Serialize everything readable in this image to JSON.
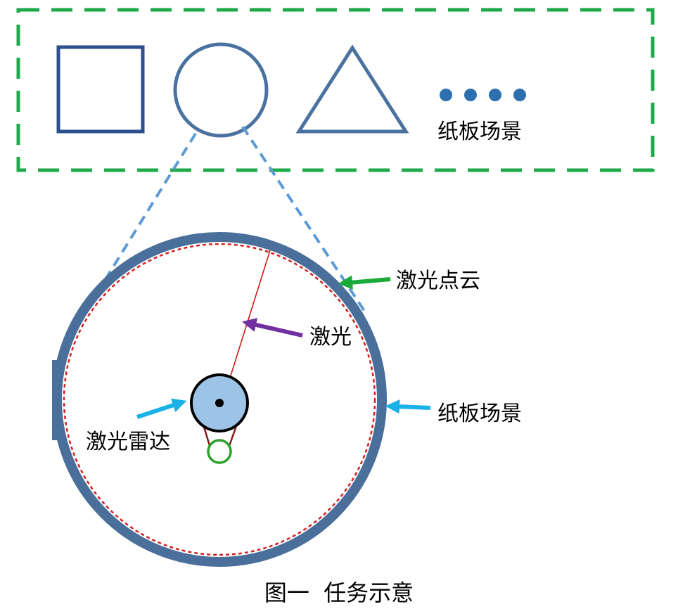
{
  "scene": {
    "label": "纸板场景",
    "ellipsis": "••••"
  },
  "annotations": {
    "point_cloud": "激光点云",
    "laser": "激光",
    "cardboard_scene": "纸板场景",
    "lidar": "激光雷达"
  },
  "caption": "图一  任务示意",
  "colors": {
    "scene_border": "#1eaa4a",
    "shape_square": "#2e4f8e",
    "shape_stroke": "#4a72a0",
    "wall": "#4a6f9b",
    "point_cloud": "#d42020",
    "laser_beam": "#cc1a1a",
    "lidar_fill": "#9dc3e6",
    "lidar_base": "#2ca02c",
    "arrow_green": "#1aaa3a",
    "arrow_purple": "#7030a0",
    "arrow_cyan": "#1ab0e8",
    "zoom_lines": "#5b9bd5"
  },
  "icons": {
    "square": "square-shape-icon",
    "circle": "circle-shape-icon",
    "triangle": "triangle-shape-icon",
    "dots": "ellipsis-dots-icon"
  }
}
